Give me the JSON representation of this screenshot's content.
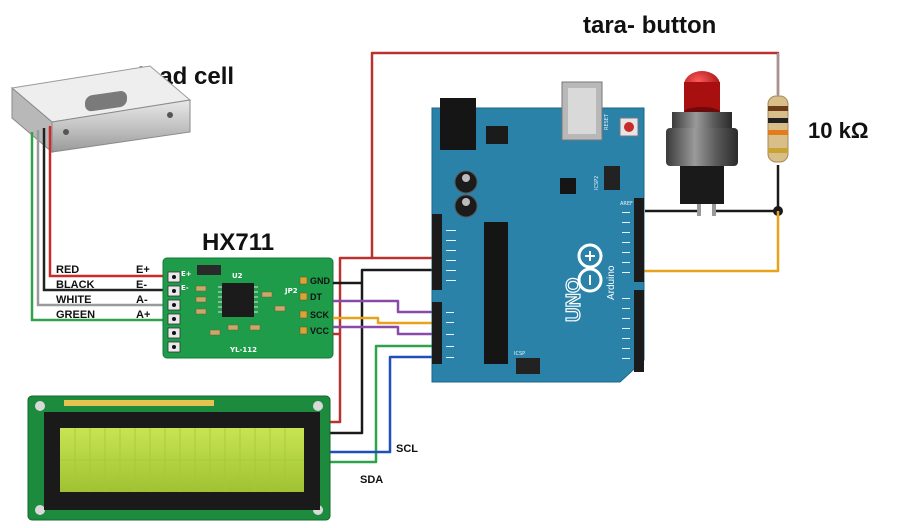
{
  "labels": {
    "load_cell": "load cell",
    "hx711": "HX711",
    "tara_button": "tara- button",
    "resistor": "10 kΩ",
    "scl": "SCL",
    "sda": "SDA"
  },
  "load_cell_wires": [
    {
      "name": "RED",
      "pin": "E+",
      "color": "#cc2a2a"
    },
    {
      "name": "BLACK",
      "pin": "E-",
      "color": "#222222"
    },
    {
      "name": "WHITE",
      "pin": "A-",
      "color": "#999999"
    },
    {
      "name": "GREEN",
      "pin": "A+",
      "color": "#2fa24a"
    }
  ],
  "hx711_pins": [
    "GND",
    "DT",
    "SCK",
    "VCC"
  ],
  "hx711_board": {
    "chip": "U2",
    "model": "YL-112",
    "jumper": "JP2"
  },
  "arduino": {
    "brand": "Arduino",
    "model": "UNO",
    "icsp": "ICSP",
    "icsp2": "ICSP2",
    "reset": "RESET",
    "aref": "AREF"
  },
  "colors": {
    "wire_red": "#b8322f",
    "wire_black": "#1a1a1a",
    "wire_orange": "#e8a21c",
    "wire_purple": "#8a4aa8",
    "wire_green": "#2fa24a",
    "wire_blue": "#1f4fb8",
    "arduino_board": "#2a82a8",
    "hx711_board": "#1f9c4a",
    "lcd_screen": "#b7d640"
  }
}
